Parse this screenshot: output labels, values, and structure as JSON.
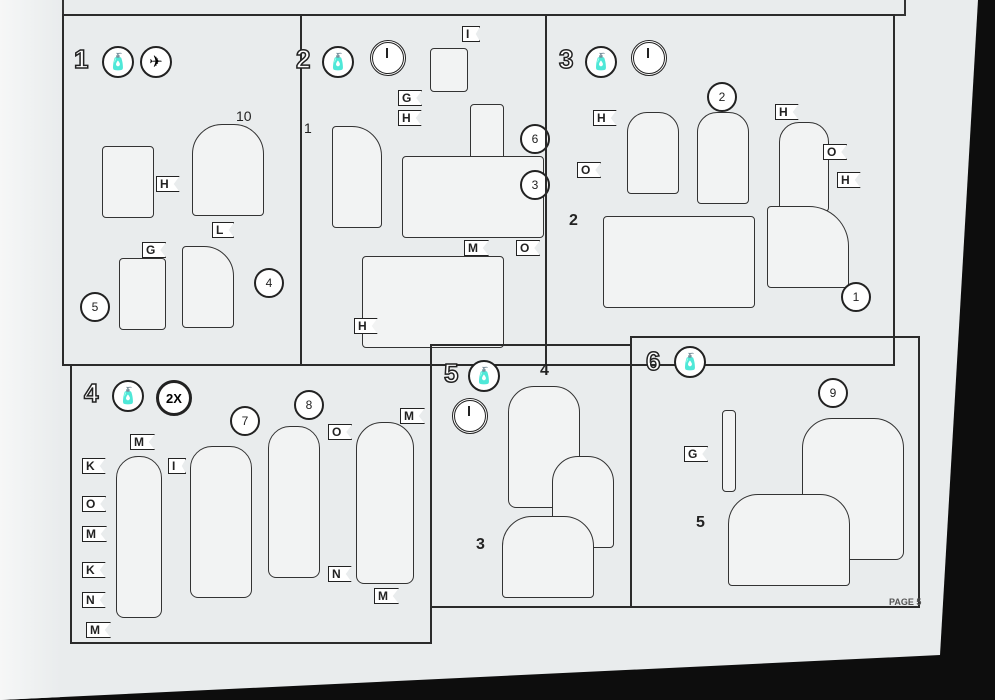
{
  "steps": [
    {
      "number": "1",
      "callouts": [
        "10",
        "5",
        "4"
      ],
      "tags": [
        "H",
        "G",
        "L"
      ]
    },
    {
      "number": "2",
      "callouts": [
        "1",
        "6",
        "3"
      ],
      "tags": [
        "I",
        "G",
        "H",
        "M",
        "O",
        "H"
      ]
    },
    {
      "number": "3",
      "callouts": [
        "2",
        "2",
        "1"
      ],
      "tags": [
        "H",
        "O",
        "H",
        "O",
        "H"
      ]
    },
    {
      "number": "4",
      "badge": "2X",
      "callouts": [
        "7",
        "8"
      ],
      "tags": [
        "M",
        "K",
        "I",
        "O",
        "M",
        "K",
        "N",
        "M",
        "O",
        "M",
        "N",
        "M"
      ]
    },
    {
      "number": "5",
      "callouts": [
        "4",
        "3"
      ],
      "tags": []
    },
    {
      "number": "6",
      "callouts": [
        "9",
        "5"
      ],
      "tags": [
        "G"
      ]
    }
  ],
  "footer": {
    "page_label": "PAGE 5"
  }
}
